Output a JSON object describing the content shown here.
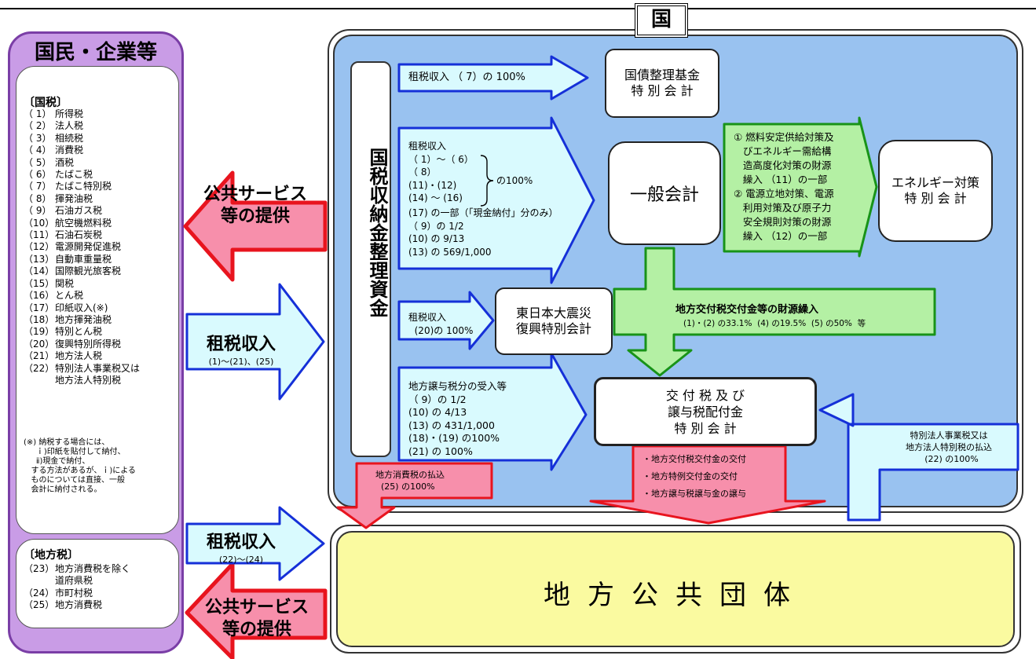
{
  "left": {
    "title": "国民・企業等",
    "national_heading": "〔国税〕",
    "national_taxes": [
      {
        "n": "（ 1）",
        "name": "所得税"
      },
      {
        "n": "（ 2）",
        "name": "法人税"
      },
      {
        "n": "（ 3）",
        "name": "相続税"
      },
      {
        "n": "（ 4）",
        "name": "消費税"
      },
      {
        "n": "（ 5）",
        "name": "酒税"
      },
      {
        "n": "（ 6）",
        "name": "たばこ税"
      },
      {
        "n": "（ 7）",
        "name": "たばこ特別税"
      },
      {
        "n": "（ 8）",
        "name": "揮発油税"
      },
      {
        "n": "（ 9）",
        "name": "石油ガス税"
      },
      {
        "n": "（10）",
        "name": "航空機燃料税"
      },
      {
        "n": "（11）",
        "name": "石油石炭税"
      },
      {
        "n": "（12）",
        "name": "電源開発促進税"
      },
      {
        "n": "（13）",
        "name": "自動車重量税"
      },
      {
        "n": "（14）",
        "name": "国際観光旅客税"
      },
      {
        "n": "（15）",
        "name": "関税"
      },
      {
        "n": "（16）",
        "name": "とん税"
      },
      {
        "n": "（17）",
        "name": "印紙収入(※)"
      },
      {
        "n": "（18）",
        "name": "地方揮発油税"
      },
      {
        "n": "（19）",
        "name": "特別とん税"
      },
      {
        "n": "（20）",
        "name": "復興特別所得税"
      },
      {
        "n": "（21）",
        "name": "地方法人税"
      },
      {
        "n": "（22）",
        "name": "特別法人事業税又は"
      }
    ],
    "national_tax_22_cont": "地方法人特別税",
    "note": "(※) 納税する場合には、\n     ｉ)印紙を貼付して納付、\n     ⅱ)現金で納付、\n   する方法があるが、ｉ)による\n   ものについては直接、一般\n   会計に納付される。",
    "local_heading": "〔地方税〕",
    "local_taxes": [
      {
        "n": "（23）",
        "name": "地方消費税を除く"
      },
      {
        "n": "",
        "name": "道府県税"
      },
      {
        "n": "（24）",
        "name": "市町村税"
      },
      {
        "n": "（25）",
        "name": "地方消費税"
      }
    ]
  },
  "service_top": "公共サービス\n等の提供",
  "service_bottom": "公共サービス\n等の提供",
  "revenue_main": {
    "title": "租税収入",
    "sub": "(1)～(21)、(25)"
  },
  "revenue_local": {
    "title": "租税収入",
    "sub": "(22)～(24)"
  },
  "country": "国",
  "treasury": "国税収納金整理資金",
  "arrows": {
    "a1": "租税収入 （ 7）の 100%",
    "a2_lines": "租税収入\n（ 1）～（ 6）\n（ 8）\n(11)・(12)\n(14) ～ (16)",
    "a2_brace_label": "の100%",
    "a2_rest": "(17) の一部（「現金納付」分のみ）\n（ 9）の 1/2\n(10) の 9/13\n(13) の 569/1,000",
    "a3": "租税収入\n  (20)の 100%",
    "a4": "地方譲与税分の受入等\n（ 9）の 1/2\n(10) の 4/13\n(13) の 431/1,000\n(18)・(19) の100%\n(21) の 100%",
    "energy_transfer": "① 燃料安定供給対策及\n   びエネルギー需給構\n   造高度化対策の財源\n   繰入 （11）の一部\n② 電源立地対策、電源\n   利用対策及び原子力\n   安全規則対策の財源\n   繰入 （12）の一部",
    "local_alloc_title": "地方交付税交付金等の財源繰入",
    "local_alloc_detail": "(1)・(2) の33.1%  (4) の19.5%  (5) の50%  等",
    "local_consumption": "地方消費税の払込\n  (25) の100%",
    "distribution": "・地方交付税交付金の交付\n・地方特例交付金の交付\n・地方譲与税譲与金の譲与",
    "special_corp": "特別法人事業税又は\n地方法人特別税の払込\n  (22) の100%"
  },
  "boxes": {
    "debt": "国債整理基金\n特 別 会 計",
    "general": "一般会計",
    "energy": "エネルギー対策\n特 別 会 計",
    "reconstruction": "東日本大震災\n復興特別会計",
    "allocation": "交 付 税 及 び\n譲与税配付金\n特 別 会 計"
  },
  "local_gov": "地方公共団体",
  "colors": {
    "panel": "#c99ce6",
    "country_bg": "#99c2f0",
    "arrow_cyan": "#d9fafe",
    "arrow_green": "#b4f0a4",
    "arrow_pink": "#f78fab",
    "local_bg": "#fafaa0"
  }
}
